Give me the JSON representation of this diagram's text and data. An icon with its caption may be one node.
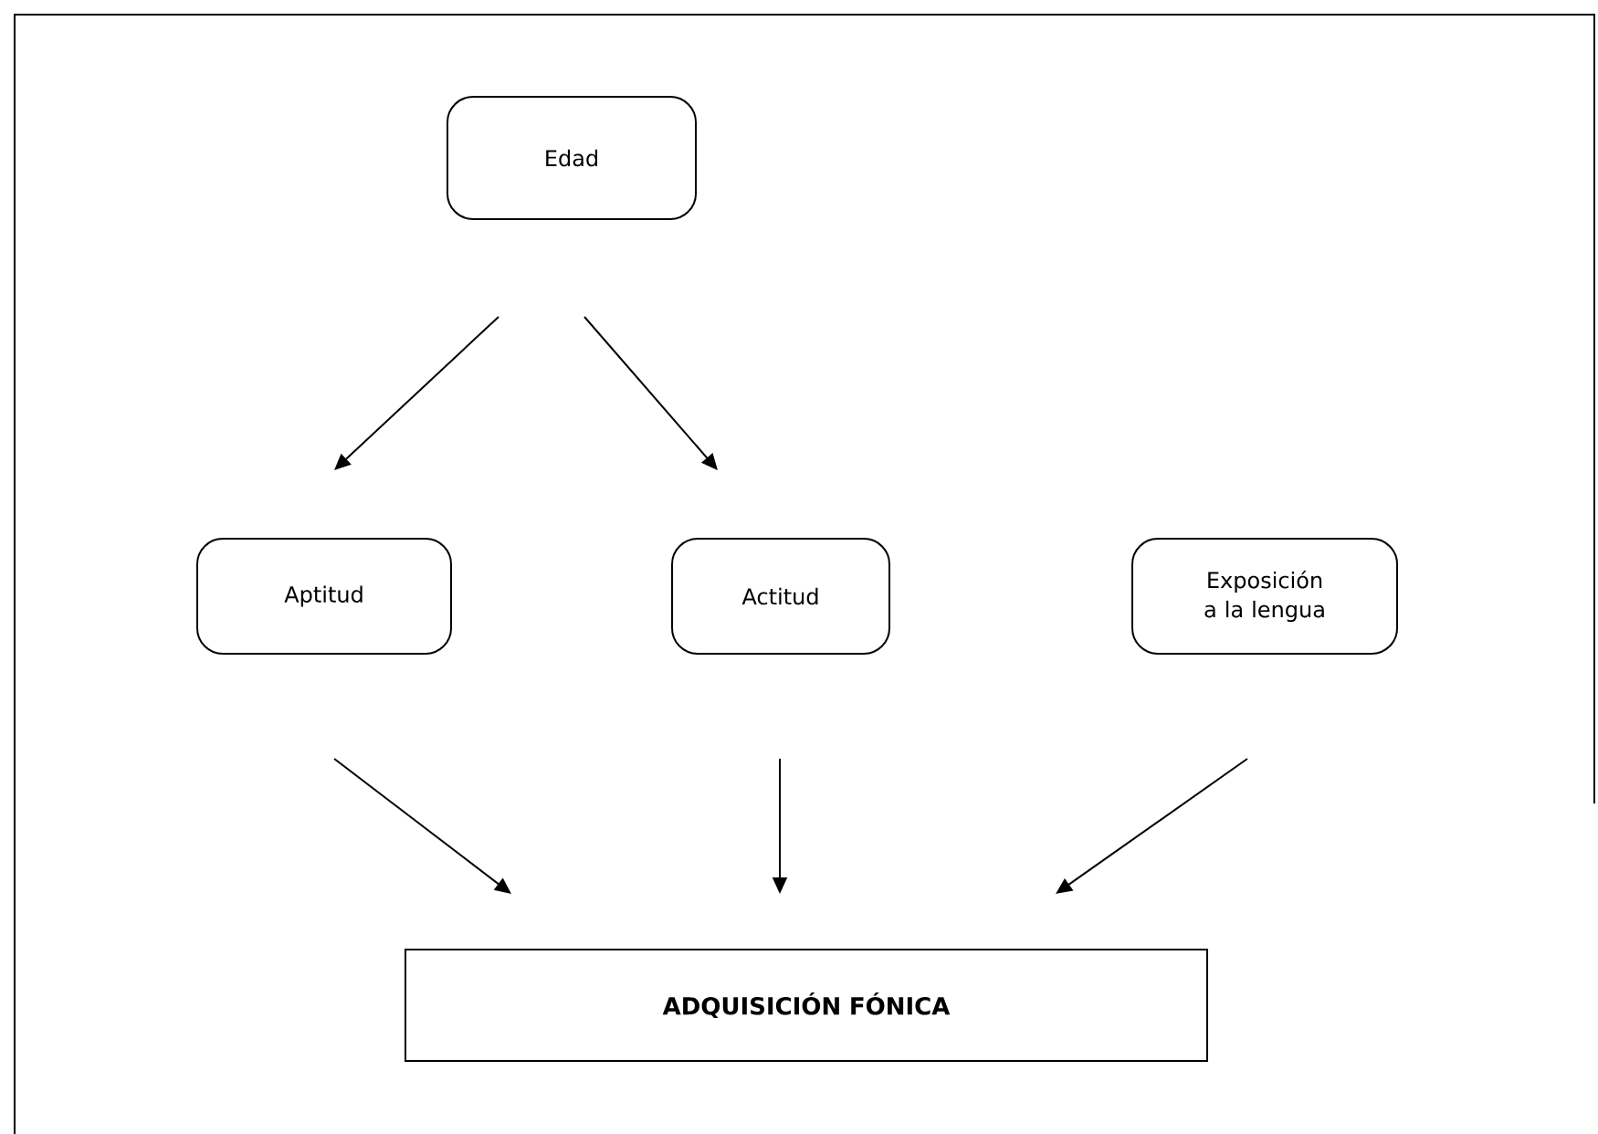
{
  "diagram": {
    "nodes": [
      {
        "text": [
          "Edad"
        ]
      },
      {
        "text": [
          "Aptitud"
        ]
      },
      {
        "text": [
          "Actitud"
        ]
      },
      {
        "text": [
          "Exposición a la lengua"
        ]
      },
      {
        "text": [
          "ADQUISICIÓN FÓNICA"
        ]
      }
    ],
    "edges": [
      {
        "from": 0,
        "to": 1,
        "arrow": "to"
      },
      {
        "from": 0,
        "to": 2,
        "arrow": "to"
      },
      {
        "from": 1,
        "to": 4,
        "arrow": "to"
      },
      {
        "from": 2,
        "to": 4,
        "arrow": "to"
      },
      {
        "from": 3,
        "to": 4,
        "arrow": "to"
      }
    ]
  }
}
